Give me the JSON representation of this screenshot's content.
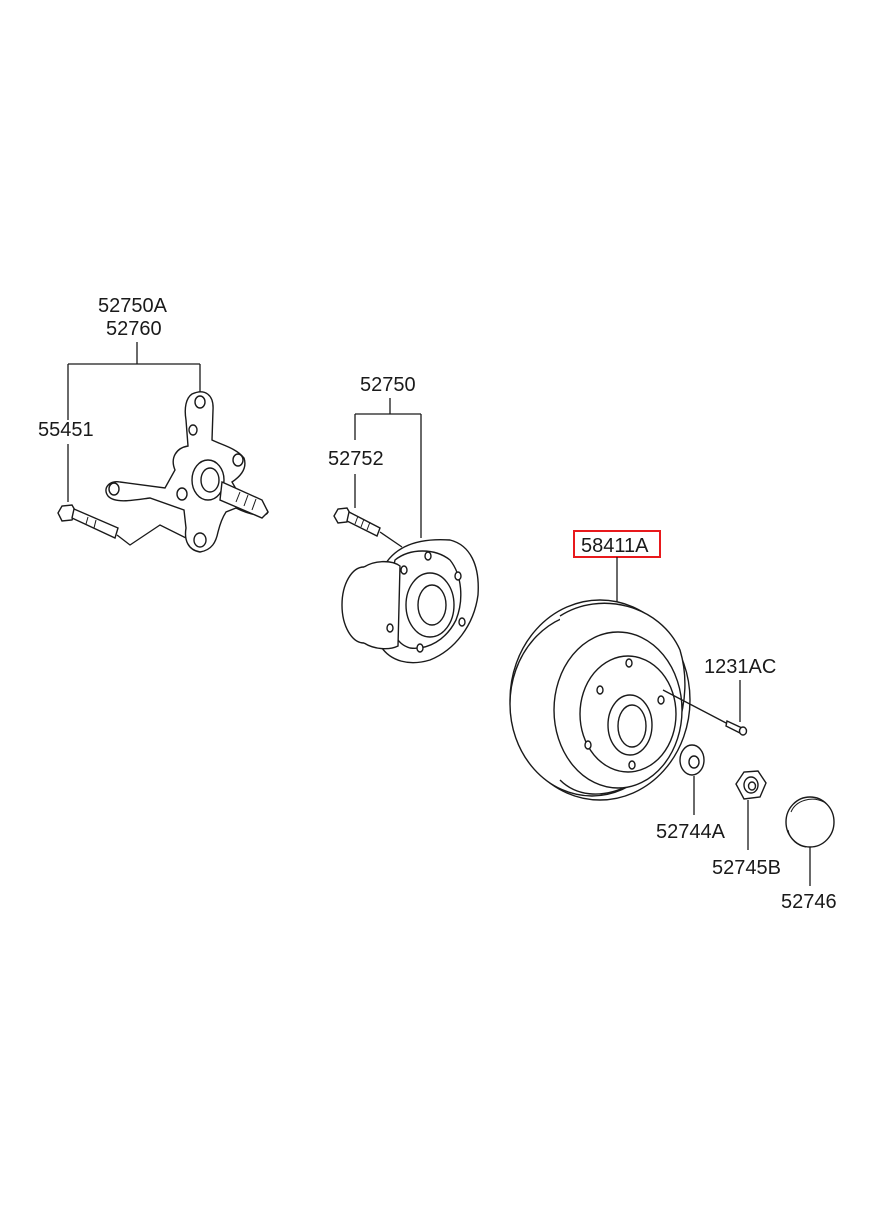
{
  "callouts": {
    "c52750A": "52750A",
    "c52760": "52760",
    "c55451": "55451",
    "c52750": "52750",
    "c52752": "52752",
    "c58411A": "58411A",
    "c1231AC": "1231AC",
    "c52744A": "52744A",
    "c52745B": "52745B",
    "c52746": "52746"
  },
  "highlight": {
    "part": "58411A",
    "color": "#e8191c"
  }
}
